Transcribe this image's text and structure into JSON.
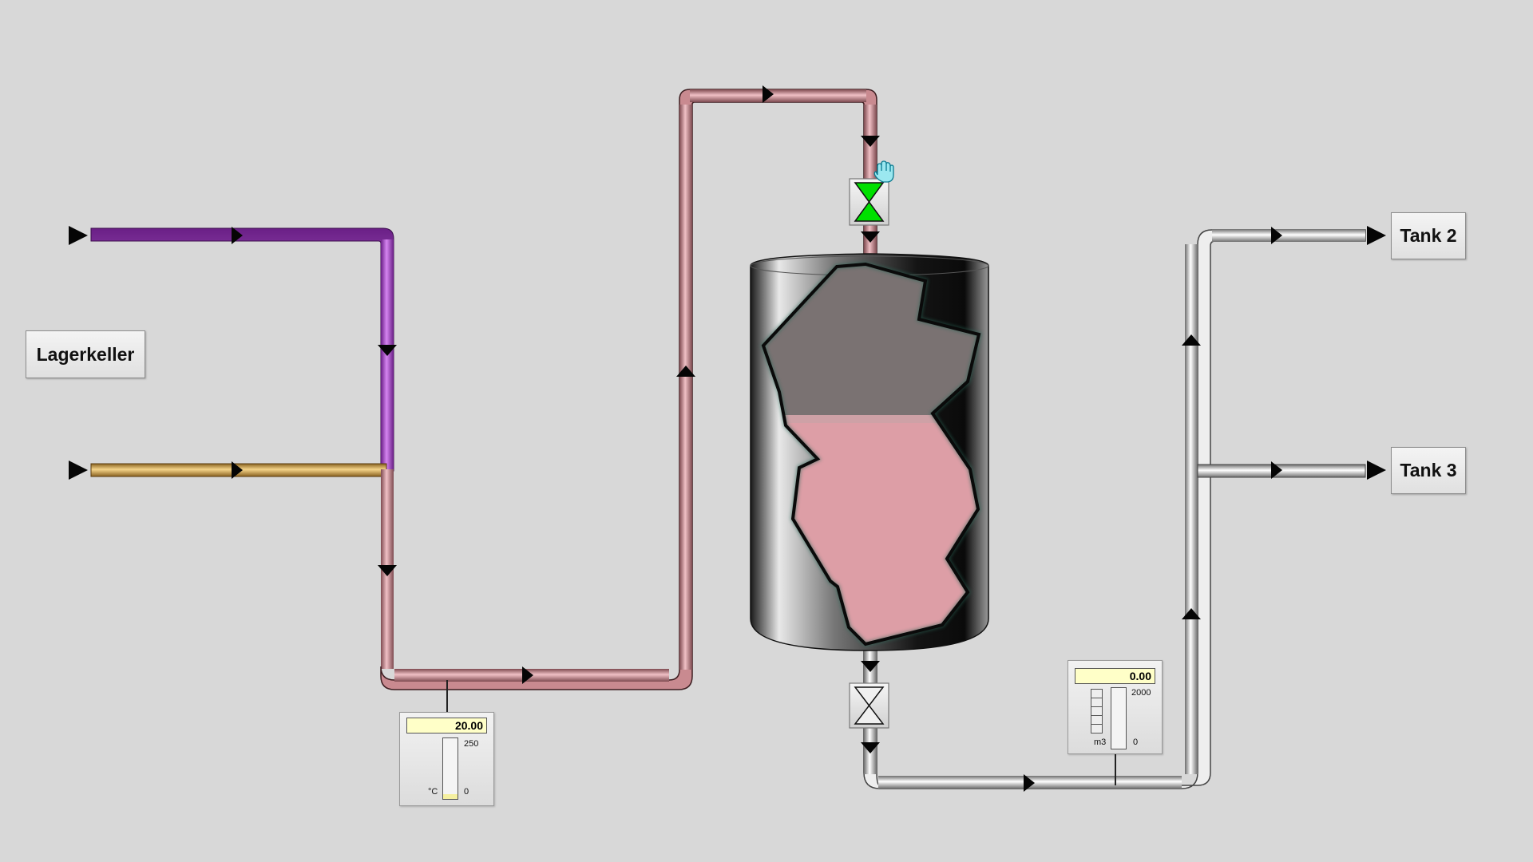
{
  "buttons": {
    "lagerkeller": "Lagerkeller",
    "tank2": "Tank 2",
    "tank3": "Tank 3"
  },
  "temperature_gauge": {
    "value": "20.00",
    "max": "250",
    "min": "0",
    "unit": "°C",
    "level_fraction": 0.08
  },
  "volume_gauge": {
    "value": "0.00",
    "max": "2000",
    "min": "0",
    "unit": "m3",
    "level_fraction": 0
  },
  "colors": {
    "background": "#d8d8d8",
    "pipe_purple": "#a347c4",
    "pipe_gold": "#d9a94f",
    "pipe_pink": "#c98a90",
    "pipe_white": "#f2f2f2",
    "valve_open": "#00e000",
    "tank_contents": "#dd9ea6",
    "tank_headspace": "#7a7272"
  },
  "icons": [
    "flow-arrow-icon",
    "valve-icon",
    "hand-cursor-icon"
  ]
}
